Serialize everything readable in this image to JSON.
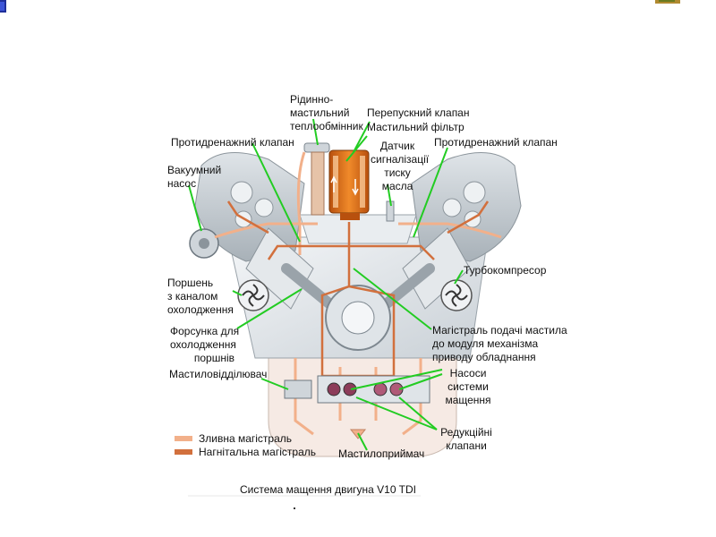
{
  "colors": {
    "drain": "#f2b08a",
    "pressure": "#d2703d",
    "leader": "#22cc22",
    "engine_light": "#e8ecef",
    "engine_mid": "#bfc6cc",
    "engine_dark": "#7e8890",
    "filter": "#e07a1a"
  },
  "icons": {
    "top_left": "slide-nav-icon",
    "top_right": "slide-logo-icon"
  },
  "labels": {
    "heat_exchanger": [
      "Рідинно-",
      "мастильний",
      "теплообмінник"
    ],
    "bypass_valve": "Перепускний клапан",
    "oil_filter": "Мастильний фільтр",
    "anti_drain_left": "Протидренажний клапан",
    "anti_drain_right": "Протидренажний клапан",
    "pressure_sensor": [
      "Датчик",
      "сигналізації",
      "тиску",
      "масла"
    ],
    "vacuum_pump": [
      "Вакуумний",
      "насос"
    ],
    "turbocharger": "Турбокомпресор",
    "piston": [
      "Поршень",
      "з каналом",
      "охолодження"
    ],
    "nozzle": [
      "Форсунка для",
      "охолодження",
      "поршнів"
    ],
    "oil_separator": "Мастиловідділювач",
    "supply_line": [
      "Магістраль подачі мастила",
      "до модуля механізма",
      "приводу обладнання"
    ],
    "pumps": [
      "Насоси",
      "системи",
      "мащення"
    ],
    "reducing_valves": [
      "Редукційні",
      "клапани"
    ],
    "oil_intake": "Мастилоприймач"
  },
  "legend": {
    "drain": "Зливна магістраль",
    "pressure": "Нагнітальна магістраль"
  },
  "caption": "Система мащення двигуна V10 TDI"
}
